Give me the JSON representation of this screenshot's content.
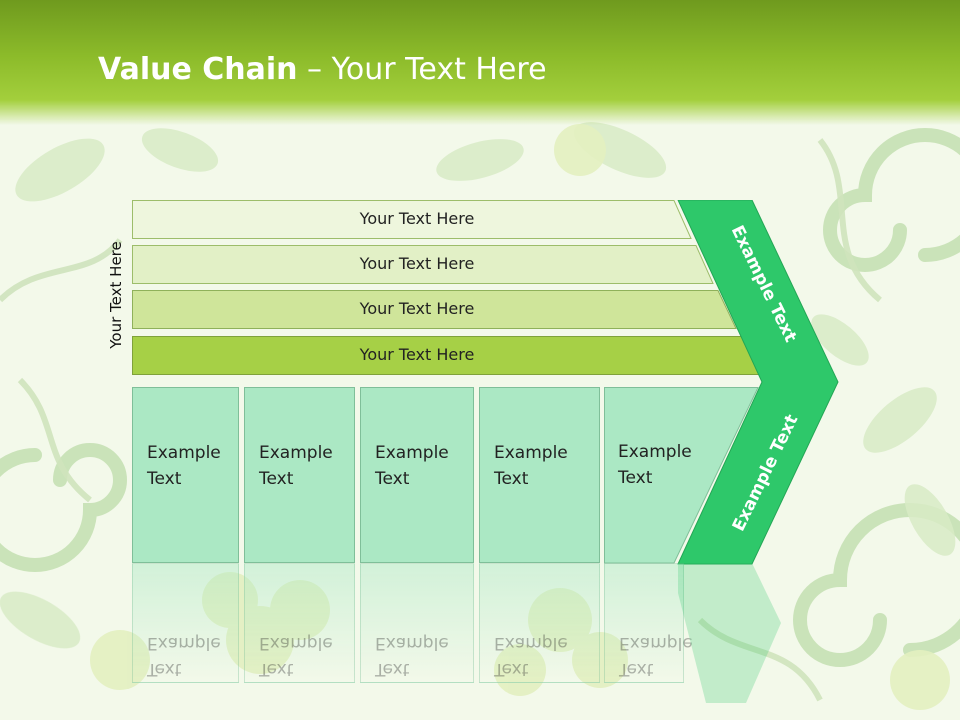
{
  "slide": {
    "title_bold": "Value Chain",
    "title_rest": " – Your Text Here",
    "side_label": "Your Text Here",
    "bands": [
      "Your Text Here",
      "Your Text Here",
      "Your Text Here",
      "Your Text Here"
    ],
    "boxes": [
      {
        "line1": "Example",
        "line2": "Text"
      },
      {
        "line1": "Example",
        "line2": "Text"
      },
      {
        "line1": "Example",
        "line2": "Text"
      },
      {
        "line1": "Example",
        "line2": "Text"
      },
      {
        "line1": "Example",
        "line2": "Text"
      }
    ],
    "arrow_top_text": "Example Text",
    "arrow_bottom_text": "Example Text"
  },
  "colors": {
    "header_green": "#8cbb2a",
    "band_1": "#eef6dd",
    "band_2": "#e2f0c6",
    "band_3": "#cfe59a",
    "band_4": "#a6d046",
    "box_fill": "#abe8c4",
    "arrow_fill": "#2ec86a"
  }
}
